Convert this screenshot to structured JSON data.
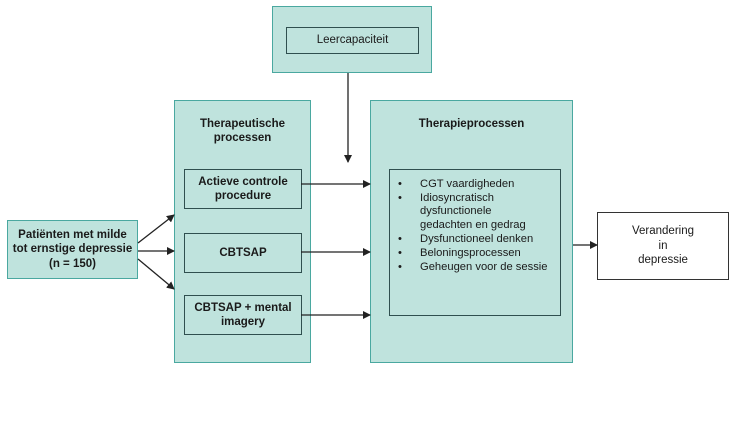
{
  "learning_capacity": {
    "label": "Leercapaciteit"
  },
  "patients": {
    "label": "Patiënten met milde\ntot ernstige depressie\n(n = 150)"
  },
  "therapeutic": {
    "title": "Therapeutische\nprocessen",
    "items": [
      "Actieve controle\nprocedure",
      "CBTSAP",
      "CBTSAP + mental\nimagery"
    ]
  },
  "therapy_processes": {
    "title": "Therapieprocessen",
    "bullet": "•",
    "items": [
      "CGT vaardigheden",
      "Idiosyncratisch\ndysfunctionele\ngedachten en gedrag",
      "Dysfunctioneel denken",
      "Beloningsprocessen",
      "Geheugen voor de sessie"
    ]
  },
  "outcome": {
    "label": "Verandering\nin\ndepressie"
  },
  "colors": {
    "box_fill": "#bfe3dd",
    "box_border": "#4aa8a0",
    "arrow": "#222222"
  }
}
